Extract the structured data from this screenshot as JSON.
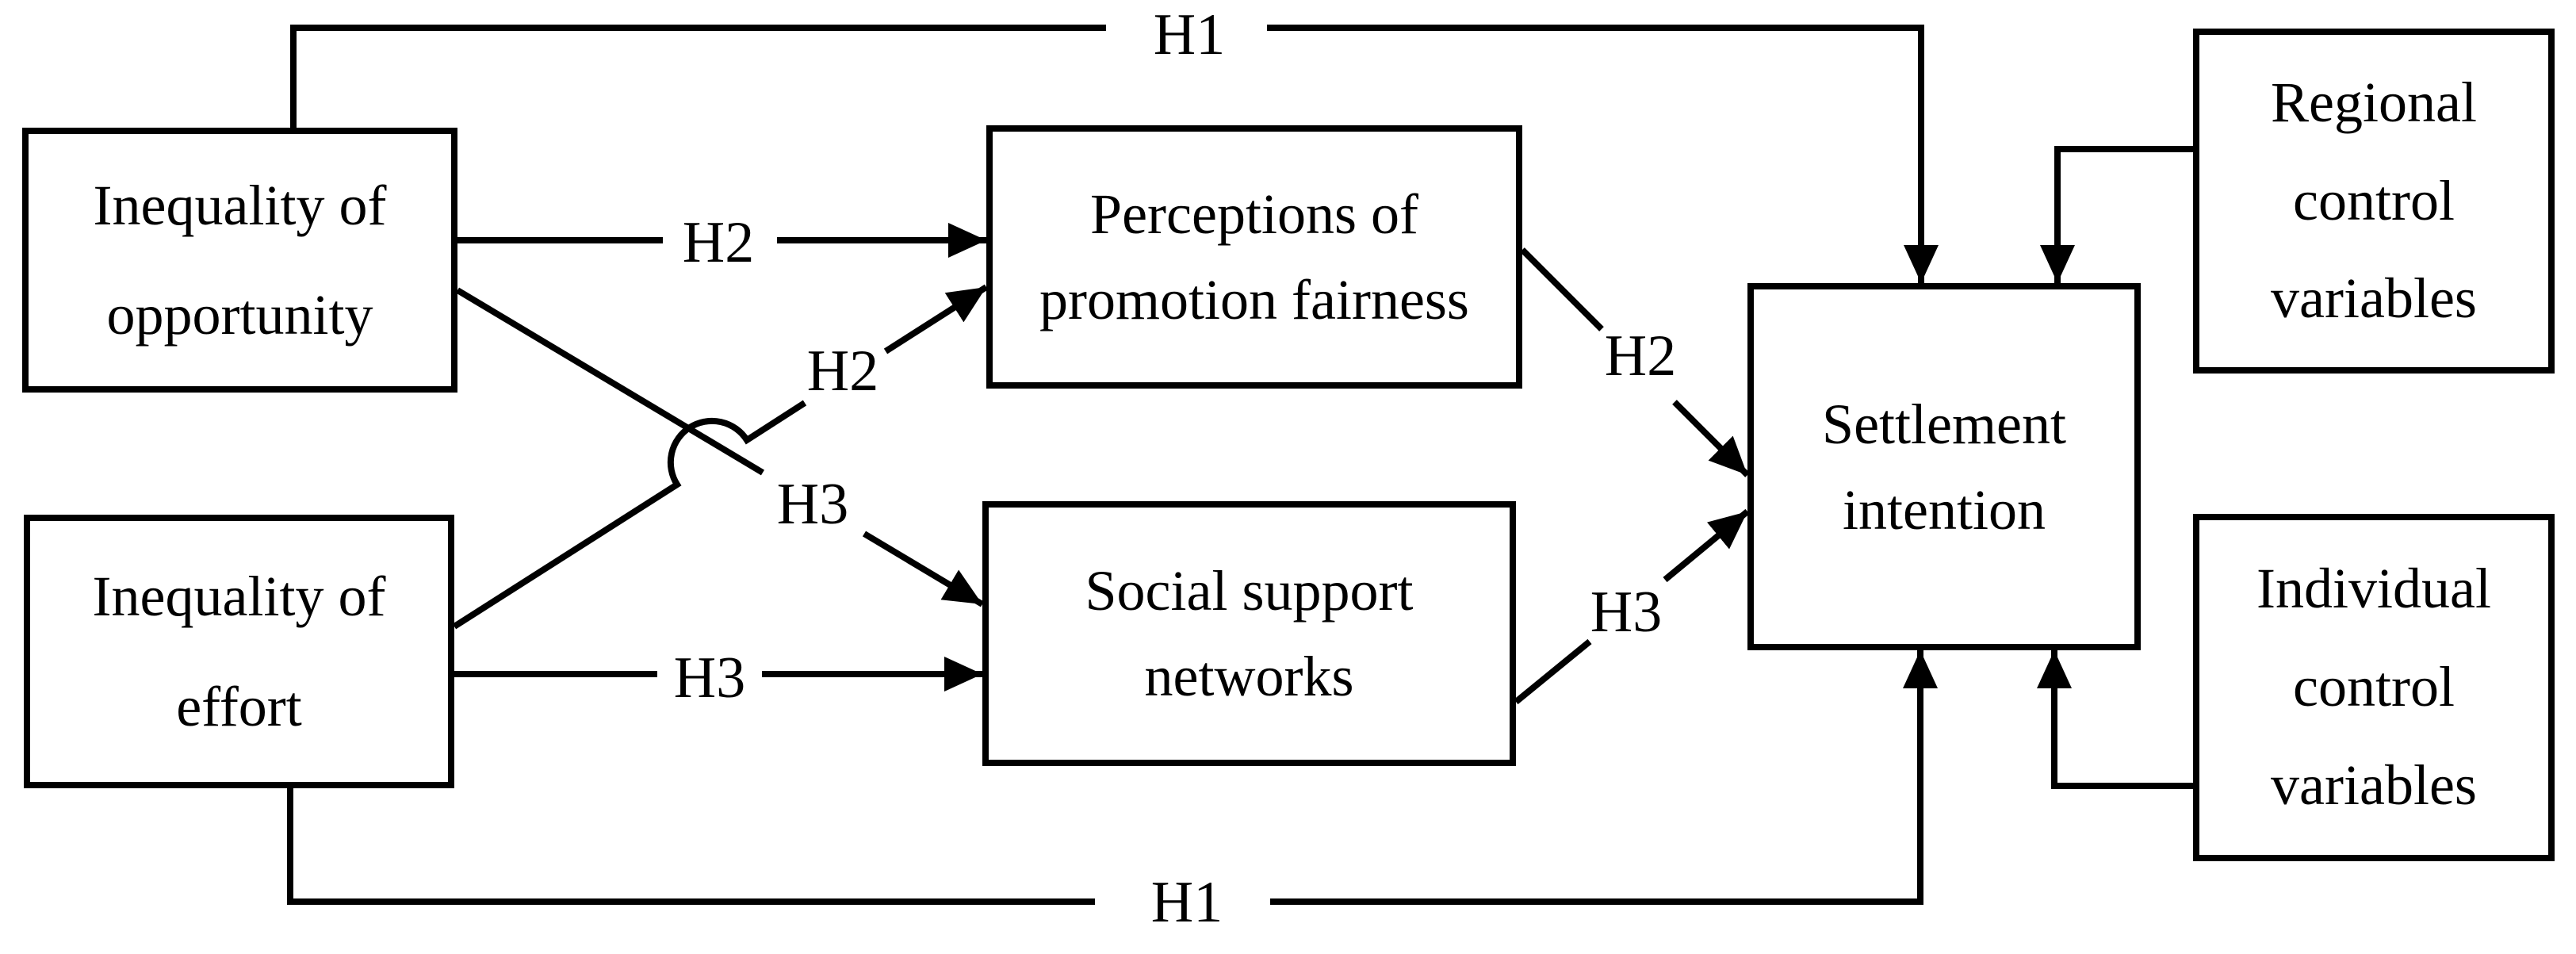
{
  "colors": {
    "ink": "#000000",
    "background": "#ffffff"
  },
  "nodes": {
    "opportunity": {
      "label": "Inequality of\nopportunity"
    },
    "effort": {
      "label": "Inequality of\neffort"
    },
    "fairness": {
      "label": "Perceptions of\npromotion fairness"
    },
    "social": {
      "label": "Social support\nnetworks"
    },
    "settlement": {
      "label": "Settlement\nintention"
    },
    "regional": {
      "label": "Regional\ncontrol\nvariables"
    },
    "individual": {
      "label": "Individual\ncontrol\nvariables"
    }
  },
  "edge_labels": {
    "h1_top": "H1",
    "h1_bottom": "H1",
    "h2_direct": "H2",
    "h2_mediated": "H2",
    "h2_effect": "H2",
    "h3_direct": "H3",
    "h3_mediated": "H3",
    "h3_effect": "H3"
  },
  "edges": [
    {
      "from": "opportunity",
      "to": "settlement",
      "label": "H1",
      "route": "over-top"
    },
    {
      "from": "effort",
      "to": "settlement",
      "label": "H1",
      "route": "under-bottom"
    },
    {
      "from": "opportunity",
      "to": "fairness",
      "label": "H2",
      "route": "straight"
    },
    {
      "from": "effort",
      "to": "fairness",
      "label": "H2",
      "route": "diagonal",
      "jumps_over": "opportunity-to-social line"
    },
    {
      "from": "fairness",
      "to": "settlement",
      "label": "H2",
      "route": "diagonal"
    },
    {
      "from": "effort",
      "to": "social",
      "label": "H3",
      "route": "straight"
    },
    {
      "from": "opportunity",
      "to": "social",
      "label": "H3",
      "route": "diagonal"
    },
    {
      "from": "social",
      "to": "settlement",
      "label": "H3",
      "route": "diagonal"
    },
    {
      "from": "regional",
      "to": "settlement",
      "label": "",
      "route": "elbow"
    },
    {
      "from": "individual",
      "to": "settlement",
      "label": "",
      "route": "elbow"
    }
  ]
}
